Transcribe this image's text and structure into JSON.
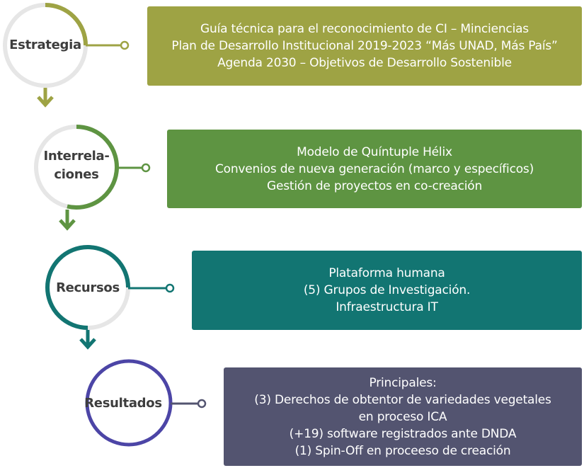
{
  "colors": {
    "strategy": "#9ea344",
    "interrelations": "#5e9442",
    "resources": "#127572",
    "results": "#535470",
    "results_ring": "#4c45a6",
    "ring_track": "#e6e6e6"
  },
  "steps": [
    {
      "label_lines": [
        "Estrategia"
      ],
      "box_lines": [
        "Guía técnica para el reconocimiento de CI – Minciencias",
        "Plan de Desarrollo Institucional 2019-2023 “Más UNAD, Más País”",
        "Agenda 2030 – Objetivos de Desarrollo Sostenible"
      ]
    },
    {
      "label_lines": [
        "Interrela-",
        "ciones"
      ],
      "box_lines": [
        "Modelo de Quíntuple Hélix",
        "Convenios de nueva generación (marco y específicos)",
        "Gestión de proyectos en co-creación"
      ]
    },
    {
      "label_lines": [
        "Recursos"
      ],
      "box_lines": [
        "Plataforma humana",
        "(5) Grupos de Investigación.",
        "Infraestructura IT"
      ]
    },
    {
      "label_lines": [
        "Resultados"
      ],
      "box_lines": [
        "Principales:",
        "(3) Derechos de obtentor de variedades vegetales",
        "en proceso ICA",
        "(+19) software registrados ante DNDA",
        "(1) Spin-Off en proceeso de creación"
      ]
    }
  ]
}
